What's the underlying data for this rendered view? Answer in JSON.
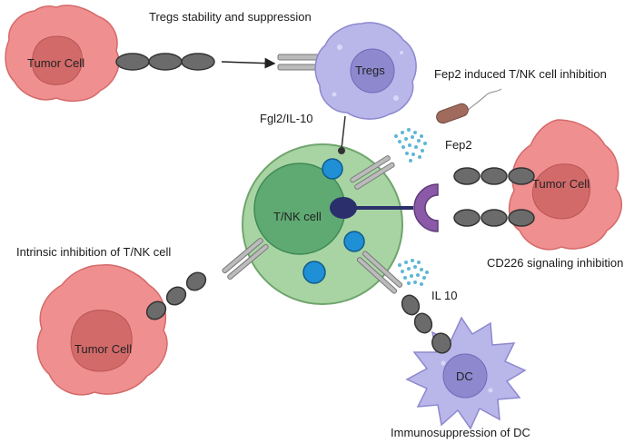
{
  "labels": {
    "tregs_stability": "Tregs stability and suppression",
    "fep2_induced": "Fep2 induced T/NK cell inhibition",
    "fgl2_il10": "Fgl2/IL-10",
    "fep2": "Fep2",
    "intrinsic_inhibition": "Intrinsic inhibition of T/NK cell",
    "cd226_inhibition": "CD226 signaling inhibition",
    "il10": "IL 10",
    "immunosuppression_dc": "Immunosuppression of DC"
  },
  "cells": {
    "tumor_top_left": "Tumor Cell",
    "tumor_right": "Tumor Cell",
    "tumor_bottom_left": "Tumor Cell",
    "tregs": "Tregs",
    "tnk": "T/NK cell",
    "dc": "DC"
  },
  "colors": {
    "tumor_fill": "#f08f8f",
    "tumor_nucleus": "#d36a6a",
    "treg_fill": "#b9b6e9",
    "treg_nucleus": "#8e88cf",
    "tnk_outer": "#a8d4a4",
    "tnk_nucleus": "#5faa72",
    "granule": "#1f8fd6",
    "receptor_dark": "#2b2f6b",
    "purple_receptor": "#8a5aa8",
    "bead": "#6b6b6b",
    "bacterium": "#a06a5c",
    "dots": "#5fb6d8"
  }
}
